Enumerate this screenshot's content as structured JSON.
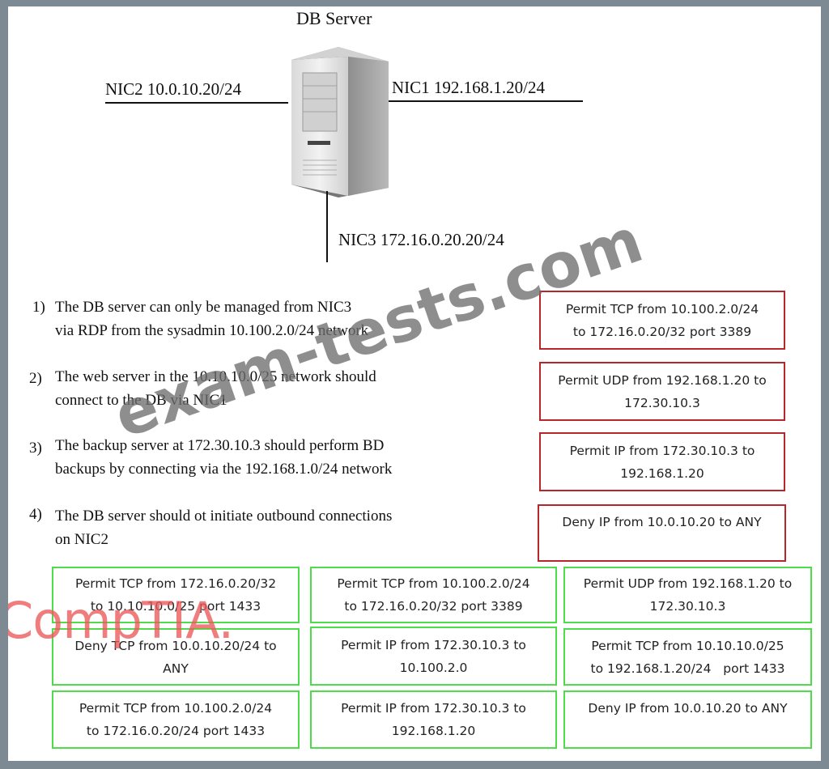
{
  "diagram": {
    "title": "DB Server",
    "nics": {
      "nic1": "NIC1 192.168.1.20/24",
      "nic2": "NIC2 10.0.10.20/24",
      "nic3": "NIC3 172.16.0.20.20/24"
    },
    "requirements": [
      {
        "number": "1)",
        "line1": "The DB server can only be managed from NIC3",
        "line2": "via RDP from the sysadmin 10.100.2.0/24 network"
      },
      {
        "number": "2)",
        "line1": "The web server in the 10.10.10.0/25 network should",
        "line2": "connect to the DB via NIC1"
      },
      {
        "number": "3)",
        "line1": "The backup server at 172.30.10.3 should perform BD",
        "line2": "backups by connecting via the 192.168.1.0/24 network"
      },
      {
        "number": "4)",
        "line1": "The DB server should ot initiate outbound connections",
        "line2": "on NIC2"
      }
    ],
    "answers": [
      {
        "line1": "Permit TCP from 10.100.2.0/24",
        "line2": "to 172.16.0.20/32 port 3389",
        "color": "#b8262b"
      },
      {
        "line1": "Permit UDP from 192.168.1.20 to",
        "line2": "172.30.10.3",
        "color": "#b8262b"
      },
      {
        "line1": "Permit IP from 172.30.10.3 to",
        "line2": "192.168.1.20",
        "color": "#b8262b"
      },
      {
        "line1": "Deny IP from 10.0.10.20 to ANY",
        "line2": "",
        "color": "#b8262b"
      }
    ],
    "options": [
      {
        "line1": "Permit TCP from 172.16.0.20/32",
        "line2": "to 10.10.10.0/25 port 1433",
        "color": "#4fdc4a"
      },
      {
        "line1": "Permit TCP from 10.100.2.0/24",
        "line2": "to 172.16.0.20/32 port 3389",
        "color": "#4fdc4a"
      },
      {
        "line1": "Permit UDP from 192.168.1.20 to",
        "line2": "172.30.10.3",
        "color": "#4fdc4a"
      },
      {
        "line1": "Deny TCP from 10.0.10.20/24 to",
        "line2": "ANY",
        "color": "#4fdc4a"
      },
      {
        "line1": "Permit IP from 172.30.10.3 to",
        "line2": "10.100.2.0",
        "color": "#4fdc4a"
      },
      {
        "line1": "Permit TCP from 10.10.10.0/25",
        "line2": "to 192.168.1.20/24   port 1433",
        "color": "#4fdc4a"
      },
      {
        "line1": "Permit TCP from 10.100.2.0/24",
        "line2": "to 172.16.0.20/24 port 1433",
        "color": "#4fdc4a"
      },
      {
        "line1": "Permit IP from 172.30.10.3 to",
        "line2": "192.168.1.20",
        "color": "#4fdc4a"
      },
      {
        "line1": "Deny IP from 10.0.10.20 to ANY",
        "line2": "",
        "color": "#4fdc4a"
      }
    ],
    "watermark": "exam-tests.com",
    "logo": "CompTIA."
  }
}
